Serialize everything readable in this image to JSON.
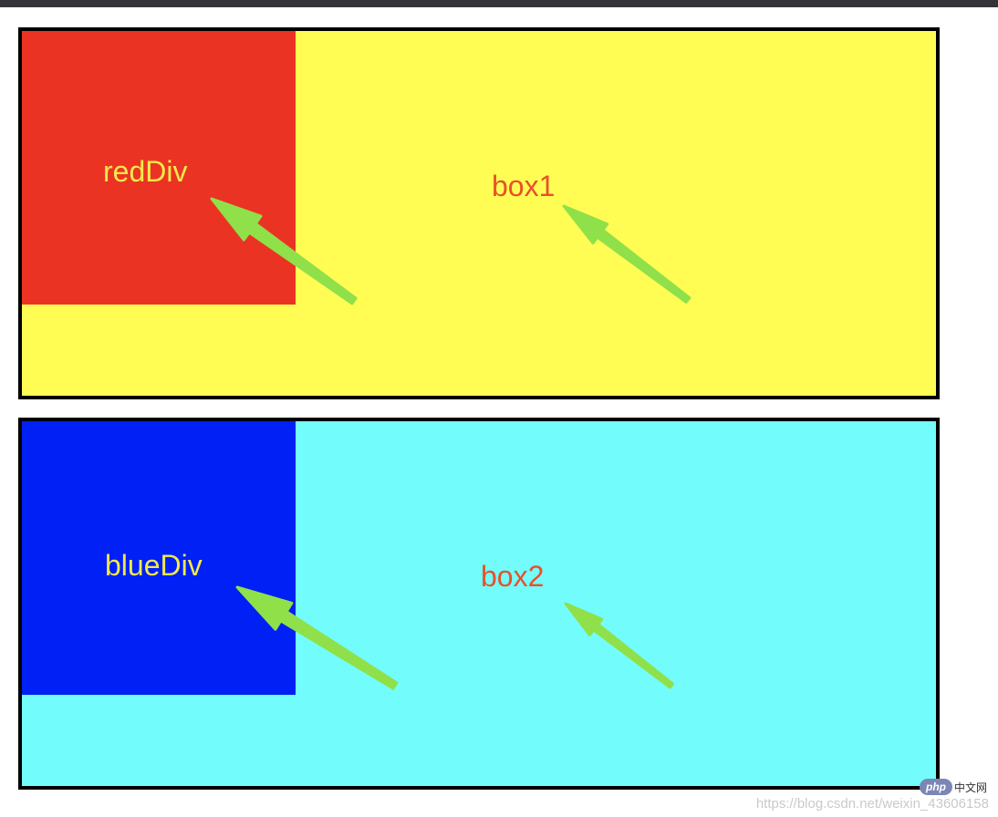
{
  "colors": {
    "top_bar": "#353438",
    "box1_bg": "#fffd54",
    "box2_bg": "#72fcfc",
    "red_div": "#eb3323",
    "blue_div": "#0020f5",
    "inner_label": "#f3e94a",
    "box_label": "#e8502c",
    "arrow": "#90e04a",
    "border": "#000000"
  },
  "box1": {
    "label": "box1",
    "inner_label": "redDiv"
  },
  "box2": {
    "label": "box2",
    "inner_label": "blueDiv"
  },
  "watermark": {
    "logo_badge": "php",
    "logo_site": "中文网",
    "text": "https://blog.csdn.net/weixin_43606158"
  }
}
